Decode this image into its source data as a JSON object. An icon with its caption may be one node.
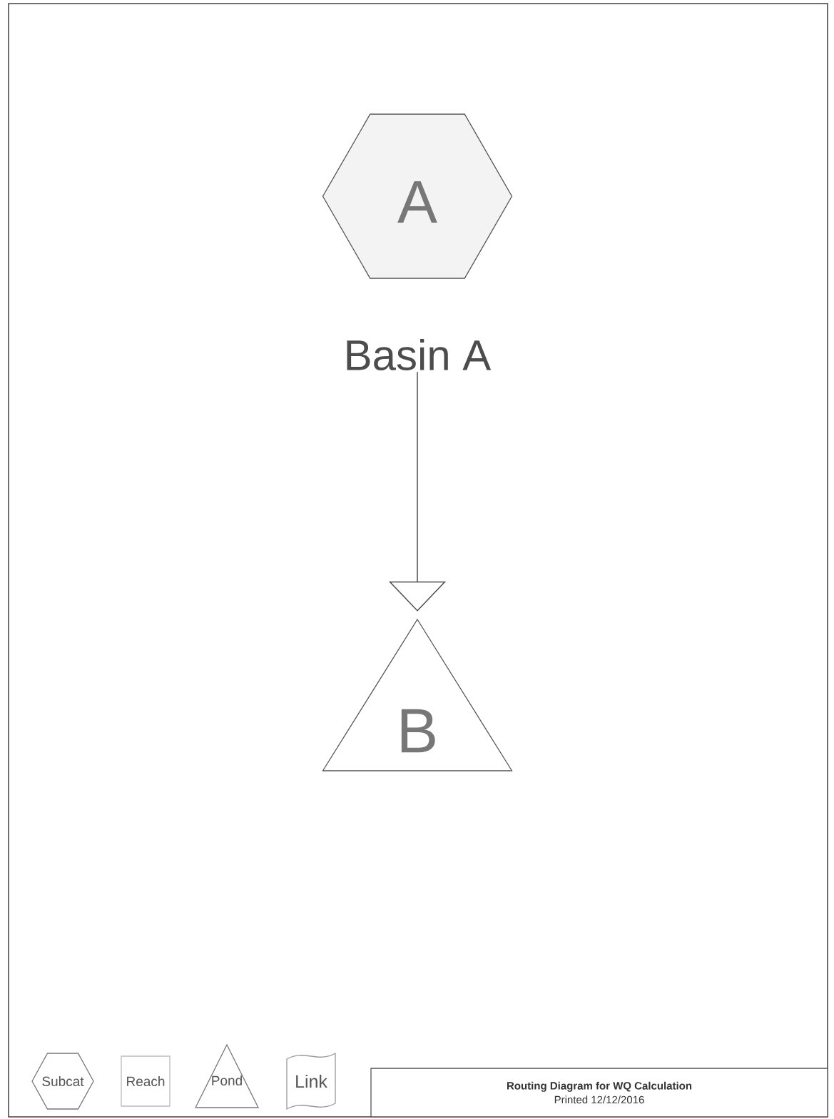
{
  "diagram": {
    "nodes": [
      {
        "text": [
          "A"
        ],
        "beside": [
          "Basin A"
        ]
      },
      {
        "text": [
          "B"
        ]
      },
      {
        "text": [
          "Subcat"
        ]
      },
      {
        "text": [
          "Reach"
        ]
      },
      {
        "text": [
          "Pond"
        ]
      },
      {
        "text": [
          "Link"
        ]
      },
      {
        "text": [
          "Routing Diagram for WQ Calculation",
          "Printed 12/12/2016"
        ]
      }
    ],
    "edges": [
      {
        "from": 0,
        "to": 1,
        "arrow": "to"
      }
    ]
  }
}
